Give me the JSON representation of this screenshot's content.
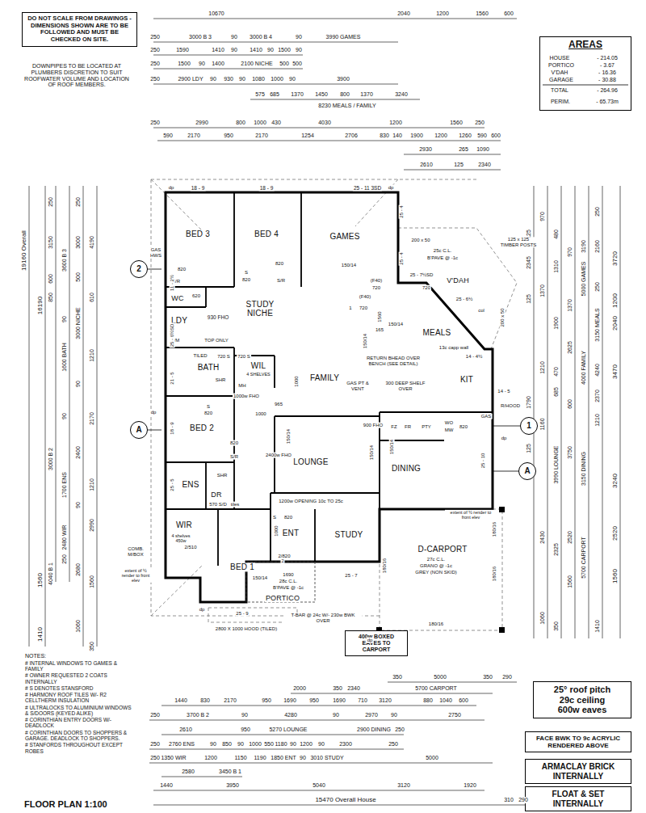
{
  "diagram": {
    "title": "FLOOR PLAN 1:100",
    "nodes": [
      {
        "text": [
          "DO NOT SCALE FROM DRAWINGS - DIMENSIONS SHOWN ARE TO BE FOLLOWED AND MUST BE CHECKED ON SITE."
        ]
      },
      {
        "text": [
          "AREAS"
        ]
      },
      {
        "text": [
          "400w BOXED EAVES TO CARPORT"
        ]
      },
      {
        "text": [
          "25° roof pitch 29c ceiling 600w eaves"
        ]
      },
      {
        "text": [
          "FACE BWK TO 9c ACRYLIC RENDERED ABOVE"
        ]
      },
      {
        "text": [
          "ARMACLAY BRICK INTERNALLY"
        ]
      },
      {
        "text": [
          "FLOAT & SET INTERNALLY"
        ]
      },
      {
        "text": [
          "2"
        ]
      },
      {
        "text": [
          "A"
        ]
      },
      {
        "text": [
          "1"
        ]
      },
      {
        "text": [
          "A"
        ]
      }
    ],
    "labels": [
      "10670",
      "2040",
      "1200",
      "1560",
      "600",
      "250",
      "3000 B 3",
      "90",
      "3000 B 4",
      "90",
      "3990 GAMES",
      "250",
      "1590",
      "1410",
      "90",
      "1410",
      "90",
      "1500",
      "90",
      "250",
      "1500",
      "90",
      "1400",
      "2100 NICHE",
      "500",
      "500",
      "250",
      "2900 LDY",
      "90",
      "930",
      "90",
      "1080",
      "1000",
      "90",
      "3900",
      "575",
      "685",
      "1370",
      "1450",
      "800",
      "1370",
      "3240",
      "8230 MEALS / FAMILY",
      "250",
      "2990",
      "800",
      "1000",
      "430",
      "4030",
      "1200",
      "1560",
      "250",
      "590",
      "2170",
      "950",
      "2170",
      "1254",
      "2706",
      "830",
      "140",
      "1900",
      "1200",
      "1260",
      "590",
      "600",
      "2930",
      "265",
      "1090",
      "2610",
      "125",
      "2340",
      "19160 Overall",
      "16190",
      "1560",
      "1410",
      "250",
      "3150",
      "600",
      "850",
      "3000 B 2",
      "4040 B 1",
      "3600 B 3",
      "90",
      "1600 BATH",
      "90",
      "1700 ENS",
      "2480 WIR",
      "250",
      "250",
      "3000",
      "500",
      "3000 NICHE",
      "90",
      "2400",
      "90",
      "2680",
      "1060",
      "4190",
      "610",
      "1210",
      "2170",
      "1210",
      "2990",
      "1560",
      "350",
      "125",
      "2345",
      "125",
      "1790",
      "125",
      "970",
      "1370",
      "1210",
      "1160",
      "2430",
      "1060",
      "480",
      "1310",
      "1900",
      "470",
      "685",
      "3990 LOUNGE",
      "2325",
      "350",
      "970",
      "1370",
      "2625",
      "600",
      "3750",
      "2520",
      "1560",
      "3190",
      "5000 GAMES",
      "4000 FAMILY",
      "3150 DINING",
      "5700 CARPORT",
      "250",
      "2160",
      "250",
      "3150 MEALS",
      "4240",
      "2370",
      "1210",
      "1410",
      "3720",
      "1200",
      "2040",
      "3470",
      "3240",
      "2520",
      "1560",
      "350",
      "5000",
      "350",
      "290",
      "2000",
      "350",
      "2340",
      "5700 CARPORT",
      "1440",
      "830",
      "2170",
      "950",
      "1690",
      "950",
      "1690",
      "710",
      "3120",
      "880",
      "1040",
      "600",
      "250",
      "3700 B 2",
      "90",
      "4280",
      "90",
      "2970",
      "90",
      "2750",
      "2610",
      "950",
      "5270 LOUNGE",
      "2900 DINING",
      "250",
      "250",
      "2760 ENS",
      "90",
      "850",
      "90",
      "1000",
      "550",
      "1180",
      "90",
      "1200",
      "90",
      "2300",
      "250",
      "250",
      "1350 WIR",
      "1200",
      "1150",
      "1190",
      "1850 ENT",
      "90",
      "3010 STUDY",
      "5000",
      "2580",
      "3450 B 1",
      "1440",
      "3950",
      "5040",
      "3120",
      "1920",
      "15470 Overall House",
      "310",
      "290",
      "BED 3",
      "BED 4",
      "GAMES",
      "STUDY NICHE",
      "V'DAH",
      "MEALS",
      "FAMILY",
      "KIT",
      "LDY",
      "WC",
      "BATH",
      "WIL",
      "BED 2",
      "LOUNGE",
      "DINING",
      "ENS",
      "DR",
      "WIR",
      "BED 1",
      "ENT",
      "STUDY",
      "D-CARPORT",
      "PORTICO",
      "dp",
      "18 - 9",
      "18 - 9",
      "25 - 11 3SD",
      "dp",
      "dp",
      "dp",
      "dp",
      "dp",
      "GAS HWS",
      "820",
      "S",
      "820",
      "820",
      "S/R",
      "S/R",
      "620",
      "930 FHO",
      "WM",
      "TOP ONLY",
      "TILED",
      "720 S",
      "SHR",
      "720 S",
      "4 SHELVES",
      "MH",
      "1000w FHO",
      "S",
      "820",
      "820",
      "S/R",
      "2400w FHO",
      "150/14",
      "150/14",
      "1200w OPENING 10c TO 25c",
      "570 S/D",
      "tiles",
      "SHR",
      "S",
      "820",
      "1000",
      "2/820",
      "2/510",
      "4 shelves 450w",
      "150/14",
      "1690",
      "28c C.L.",
      "B'PAVE @ -1c",
      "25 - 7",
      "27c C.L.",
      "GRANO @ -1c",
      "GREY (NON SKID)",
      "180/16",
      "180/16",
      "180/16",
      "180/16",
      "25 - 9",
      "2800 X 1000 HOOD (TILED)",
      "T-BAR @ 24c W/- 230w BWK OVER",
      "COMB. M/BOX",
      "extent of ½ render to front elev",
      "extent of ½ render to front elev",
      "11 - 2½",
      "25 - 6½SD",
      "21 - 5",
      "18 - 9",
      "25 - 5",
      "25 - 4",
      "25 - 4",
      "200 x 50",
      "25c C.L.",
      "B'PAVE @ -1c",
      "25 - 7½SD",
      "125 x 125 TIMBER POSTS",
      "720",
      "25 - 6½",
      "col",
      "200 x 50",
      "14 - 4½",
      "13c capp wall",
      "(F40)",
      "720",
      "(F40)",
      "1",
      "720",
      "1560",
      "165",
      "150/14",
      "150/14",
      "150/14",
      "RETURN BHEAD OVER BENCH (SEE DETAIL)",
      "GAS PT & VENT",
      "300 DEEP SHELF OVER",
      "900 FHO",
      "FZ",
      "FR",
      "PTY",
      "WO",
      "MW",
      "820",
      "GAS",
      "R/HOOD",
      "14 - 5",
      "25 - 10",
      "150/14",
      "965",
      "1000",
      "1000",
      "2",
      "HOUSE",
      "- 214.05",
      "PORTICO",
      "- 3.67",
      "V'DAH",
      "- 16.36",
      "GARAGE",
      "- 30.88",
      "TOTAL",
      "- 264.96",
      "PERIM.",
      "- 65.73m",
      "NOTES:",
      "# INTERNAL WINDOWS TO GAMES & FAMILY",
      "# OWNER REQUESTED 2 COATS INTERNALLY",
      "# S DENOTES STANSFORD",
      "# HARMONY ROOF TILES W/- R2 CELLTHERM INSULATION",
      "# ULTRALOCKS TO ALUMINIUM WINDOWS & S/DOORS (KEYED ALIKE)",
      "# CORINTHIAN ENTRY DOORS W/- DEADLOCK",
      "# CORINTHIAN DOORS TO SHOPPERS & GARAGE. DEADLOCK TO SHOPPERS.",
      "# STANFORDS THROUGHOUT EXCEPT ROBES",
      "DOWNPIPES TO BE LOCATED AT PLUMBERS DISCRETION TO SUIT ROOFWATER VOLUME AND LOCATION OF ROOF MEMBERS."
    ]
  }
}
